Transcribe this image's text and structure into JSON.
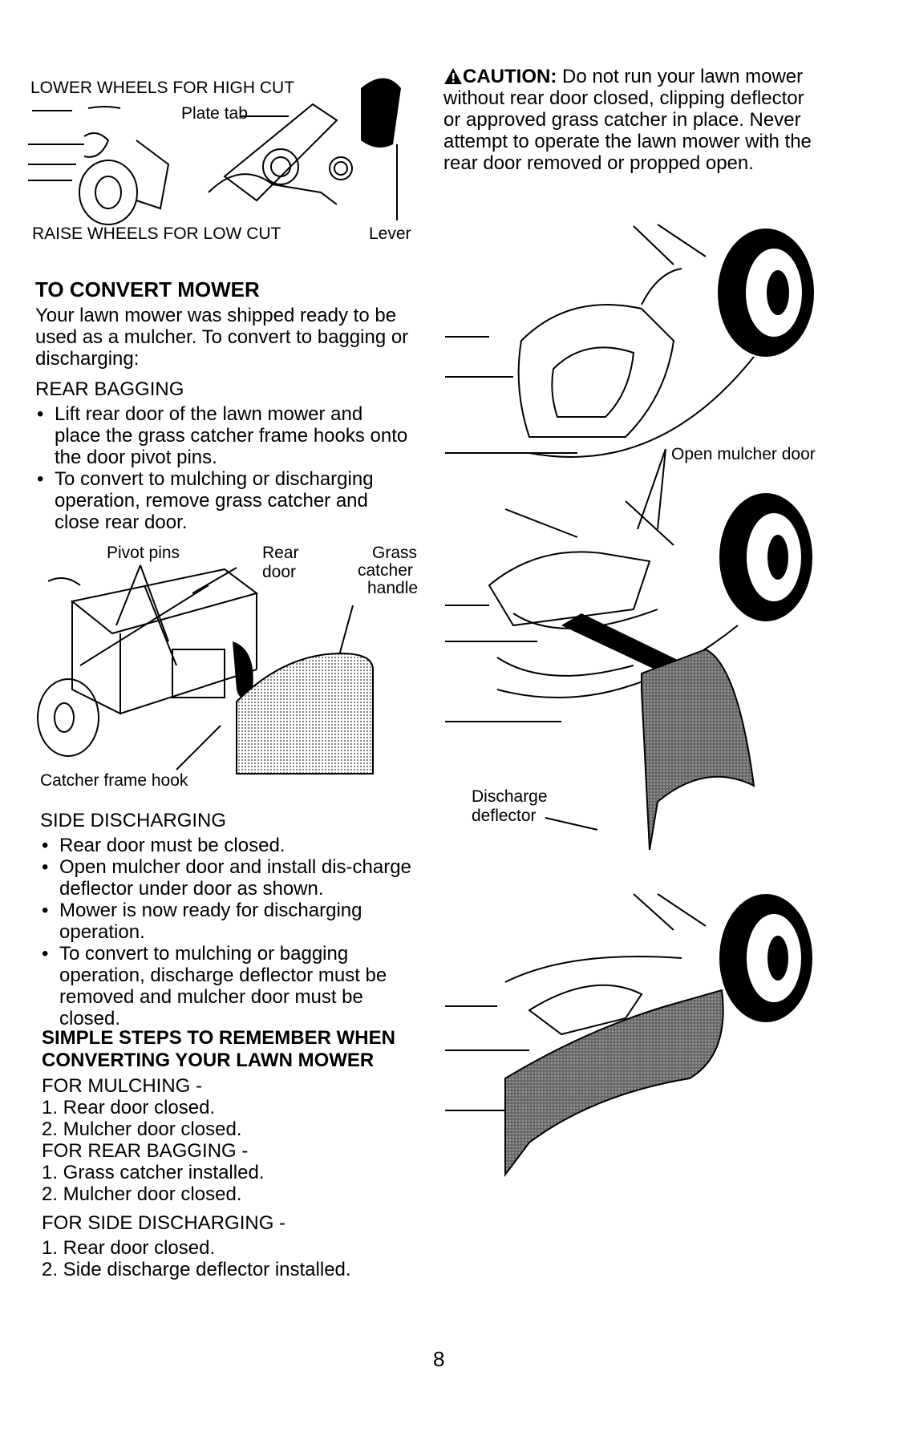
{
  "fig_height": {
    "label_lower": "LOWER WHEELS FOR HIGH CUT",
    "label_plate_tab": "Plate tab",
    "label_raise": "RAISE WHEELS FOR LOW CUT",
    "label_lever": "Lever"
  },
  "caution": {
    "title": "CAUTION:",
    "text": "Do not run your lawn mower without rear door closed, clipping deflector or approved grass catcher in place. Never attempt to operate the lawn mower with the rear door removed or propped open."
  },
  "convert": {
    "title": "TO CONVERT MOWER",
    "intro": "Your lawn mower was shipped ready to be used as a mulcher. To convert to bagging or discharging:",
    "rear_bagging_title": "REAR BAGGING",
    "rear_bagging_items": [
      "Lift rear door of the lawn mower and place the grass catcher frame hooks onto the door pivot pins.",
      "To convert to mulching or discharging operation, remove grass catcher and close rear door."
    ]
  },
  "fig_bagging": {
    "label_pivot": "Pivot pins",
    "label_rear_door_1": "Rear",
    "label_rear_door_2": "door",
    "label_grass_1": "Grass",
    "label_grass_2": "catcher",
    "label_grass_3": "handle",
    "label_hook": "Catcher frame hook"
  },
  "side": {
    "title": "SIDE DISCHARGING",
    "items": [
      "Rear door must be closed.",
      "Open mulcher door and install dis-charge deflector under door as shown.",
      "Mower is now ready for discharging operation.",
      "To convert to mulching or bagging operation, discharge deflector must be removed and mulcher door must be closed."
    ]
  },
  "steps": {
    "title_1": "SIMPLE STEPS TO REMEMBER WHEN",
    "title_2": "CONVERTING YOUR LAWN MOWER",
    "mulching_title": "FOR MULCHING -",
    "mulching": [
      "1.  Rear door closed.",
      "2.  Mulcher door closed."
    ],
    "bagging_title": "FOR REAR BAGGING -",
    "bagging": [
      "1.  Grass catcher installed.",
      "2.  Mulcher door closed."
    ],
    "discharge_title": "FOR SIDE DISCHARGING -",
    "discharge": [
      "1.  Rear door closed.",
      "2.  Side discharge deflector installed."
    ]
  },
  "fig_right": {
    "label_open_mulcher": "Open mulcher door",
    "label_discharge_1": "Discharge",
    "label_discharge_2": "deflector"
  },
  "page_number": "8"
}
